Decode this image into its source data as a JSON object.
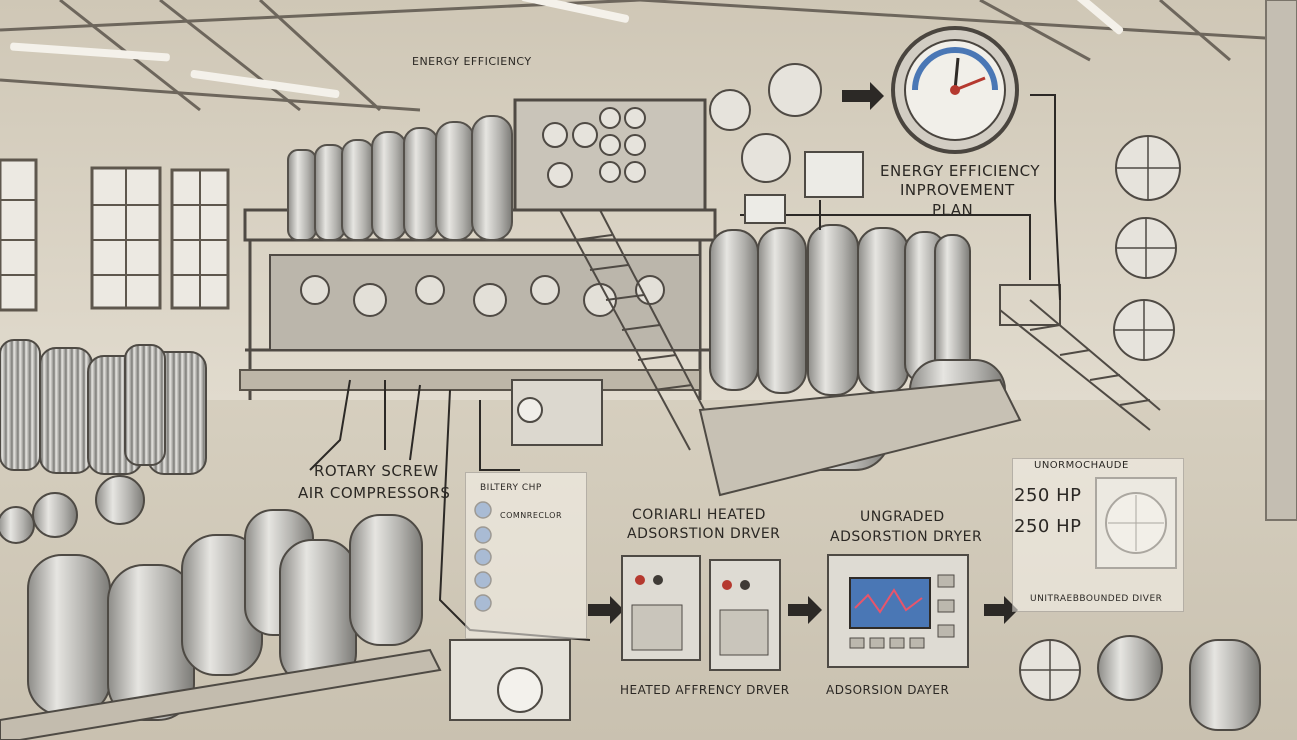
{
  "labels": {
    "banner": "ENERGY EFFICIENCY",
    "plan_line1": "ENERGY EFFICIENCY",
    "plan_line2": "INPROVEMENT",
    "plan_line3": "PLAN",
    "compressors_line1": "ROTARY SCREW",
    "compressors_line2": "AIR COMPRESSORS",
    "checklist_title": "BILTERY CHP",
    "checklist_sub": "COMNRECLOR",
    "dryer1_line1": "CORIARLI HEATED",
    "dryer1_line2": "ADSORSTION DRVER",
    "dryer2_line1": "UNGRADED",
    "dryer2_line2": "ADSORSTION DRYER",
    "bottom_dryer1": "HEATED AFFRENCY DRVER",
    "bottom_dryer2": "ADSORSION DAYER",
    "right_header": "UNORMOCHAUDE",
    "hp1": "250 HP",
    "hp2": "250 HP",
    "right_footer": "UNITRAEBBOUNDED DIVER"
  },
  "colors": {
    "background": "#d9d2c3",
    "steel": "#b7b6b2",
    "accent_red": "#b5392f",
    "screen_blue": "#4a77b5"
  }
}
